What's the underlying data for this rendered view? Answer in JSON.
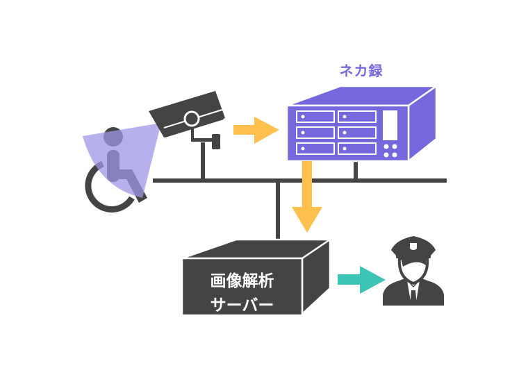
{
  "recorder": {
    "title": "ネカ録"
  },
  "server": {
    "line1": "画像解析",
    "line2": "サーバー"
  },
  "colors": {
    "purple": "#7468dc",
    "dark": "#444444",
    "orange": "#ffc04d",
    "teal": "#3cc4b4",
    "fov": "#9d96e6"
  },
  "icons": [
    "wheelchair-user-icon",
    "security-camera-icon",
    "recorder-device-icon",
    "server-box-icon",
    "security-guard-icon",
    "arrow-right-icon",
    "arrow-down-icon"
  ]
}
